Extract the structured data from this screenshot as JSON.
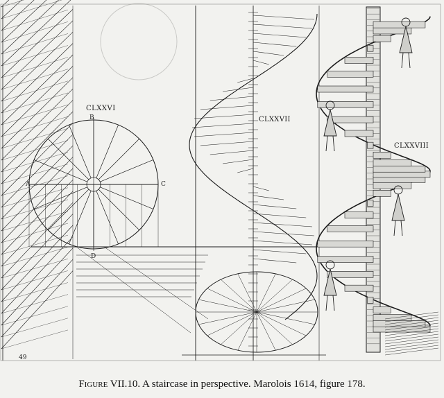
{
  "plate": {
    "figure_labels": {
      "plan": "CLXXVI",
      "construction": "CLXXVII",
      "perspective": "CLXXVIII"
    },
    "plan_points": {
      "a": "A",
      "b": "B",
      "c": "C",
      "d": "D"
    },
    "page_number": "49"
  },
  "caption": {
    "figure_word": "Figure",
    "figure_number": "VII.10.",
    "text": "A staircase in perspective. Marolois 1614, figure 178."
  },
  "colors": {
    "paper": "#f2f2ef",
    "ink": "#1c1c1c",
    "bleed": "#c9c9c6"
  }
}
